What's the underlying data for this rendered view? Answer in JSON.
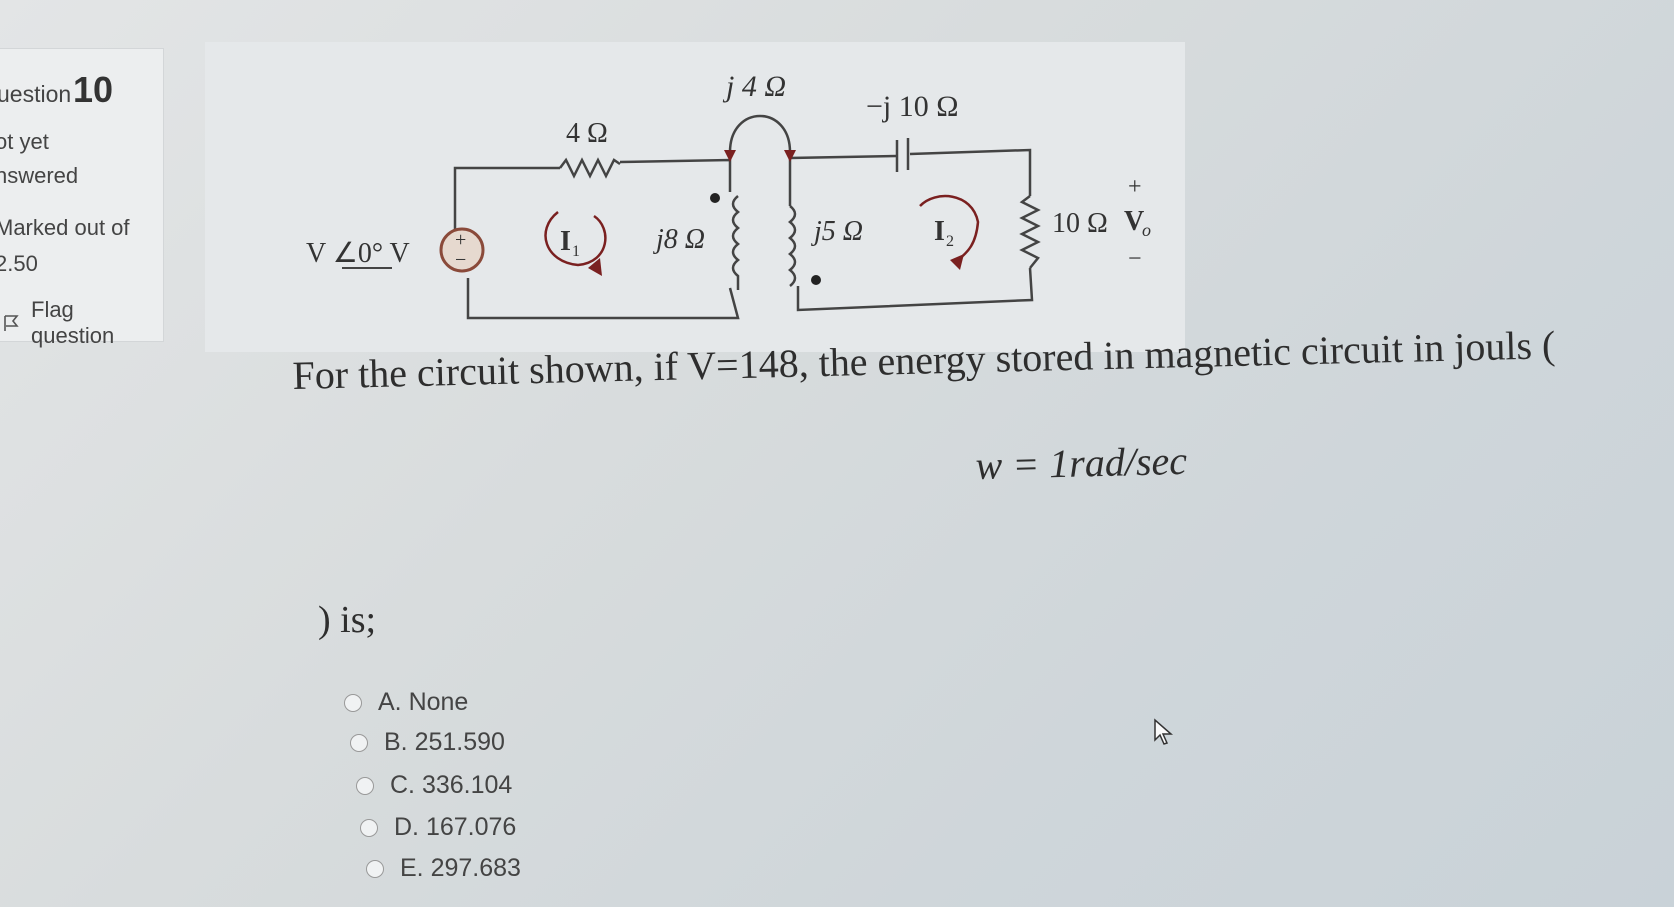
{
  "info": {
    "question_label": "uestion",
    "question_number": "10",
    "status_line1": "ot yet",
    "status_line2": "nswered",
    "marked_line1": "Marked out of",
    "marked_line2": "2.50",
    "flag_label": "Flag question"
  },
  "circuit": {
    "source_label": "V ∠0° V",
    "source_plus": "+",
    "source_minus": "−",
    "r1_label": "4 Ω",
    "mutual_label": "j 4 Ω",
    "cap_label": "−j 10 Ω",
    "l1_label": "j8 Ω",
    "l2_label": "j5 Ω",
    "r2_label": "10 Ω",
    "vo_label": "V",
    "vo_sub": "o",
    "vo_plus": "+",
    "vo_minus": "−",
    "i1_label": "I",
    "i1_sub": "1",
    "i2_label": "I",
    "i2_sub": "2"
  },
  "question": {
    "text": "For the circuit shown, if V=148, the energy stored in magnetic circuit in jouls (",
    "formula": "w = 1rad/sec",
    "tail": ") is;"
  },
  "options": [
    {
      "label": "A. None"
    },
    {
      "label": "B. 251.590"
    },
    {
      "label": "C. 336.104"
    },
    {
      "label": "D. 167.076"
    },
    {
      "label": "E. 297.683"
    }
  ]
}
